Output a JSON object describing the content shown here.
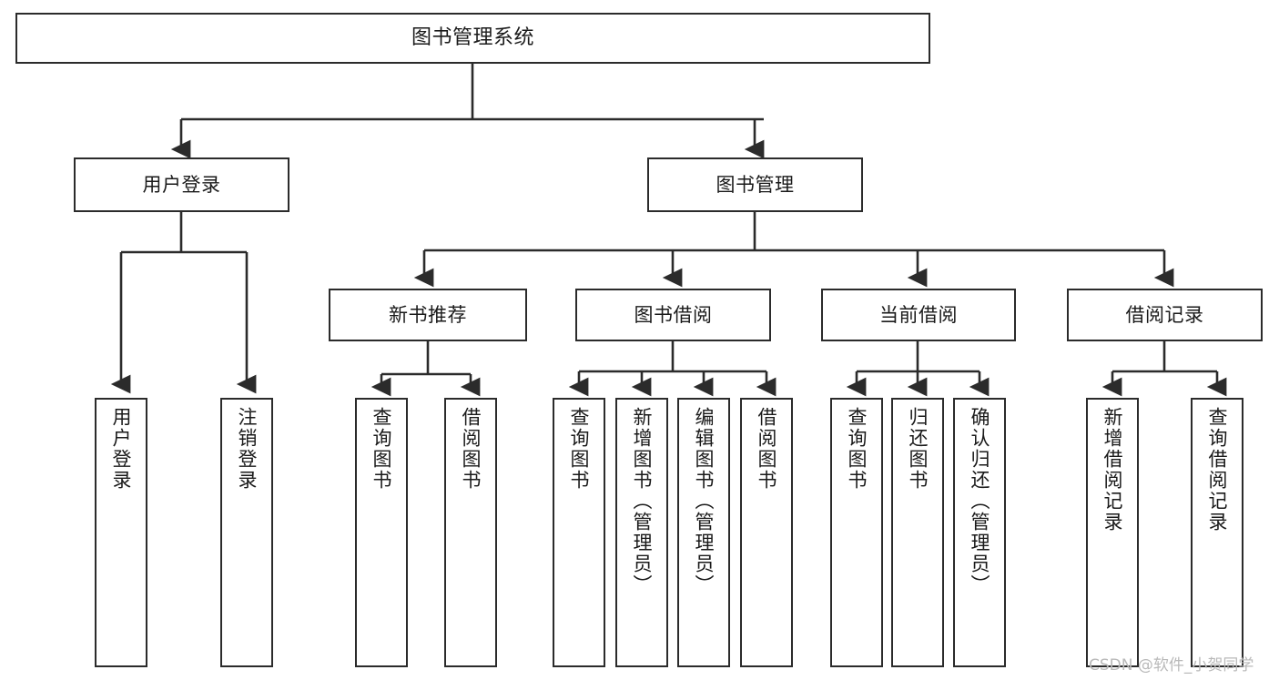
{
  "diagram": {
    "type": "tree-hierarchy",
    "title": "图书管理系统",
    "watermark": "CSDN @软件_小贺同学",
    "colors": {
      "background": "#ffffff",
      "border": "#2b2b2b",
      "text": "#1a1a1a",
      "connector": "#2b2b2b",
      "watermark": "#b9b9b9"
    },
    "nodes": {
      "root": {
        "label": "图书管理系统"
      },
      "level1": [
        {
          "label": "用户登录"
        },
        {
          "label": "图书管理"
        }
      ],
      "level2": [
        {
          "label": "新书推荐"
        },
        {
          "label": "图书借阅"
        },
        {
          "label": "当前借阅"
        },
        {
          "label": "借阅记录"
        }
      ],
      "leaves": {
        "user_login": [
          {
            "label": "用户登录"
          },
          {
            "label": "注销登录"
          }
        ],
        "new_book": [
          {
            "label": "查询图书"
          },
          {
            "label": "借阅图书"
          }
        ],
        "book_borrow": [
          {
            "label": "查询图书"
          },
          {
            "label": "新增图书（管理员）"
          },
          {
            "label": "编辑图书（管理员）"
          },
          {
            "label": "借阅图书"
          }
        ],
        "current_borrow": [
          {
            "label": "查询图书"
          },
          {
            "label": "归还图书"
          },
          {
            "label": "确认归还（管理员）"
          }
        ],
        "borrow_record": [
          {
            "label": "新增借阅记录"
          },
          {
            "label": "查询借阅记录"
          }
        ]
      }
    }
  }
}
